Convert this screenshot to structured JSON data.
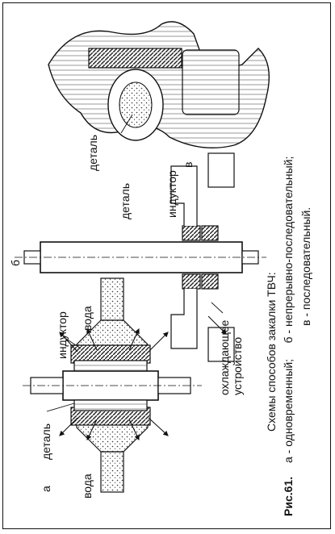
{
  "figure": {
    "number": "Рис.61.",
    "title": "Схемы способов закалки ТВЧ:",
    "caption_line1": "а - одновременный;     б - непрерывно-последовательный;",
    "caption_line2": "в - последовательный."
  },
  "panel_a": {
    "letter": "а",
    "detail_label": "деталь",
    "inductor_label": "индуктор",
    "water_left": "вода",
    "water_right": "вода"
  },
  "panel_b": {
    "letter": "б",
    "detail_label": "деталь",
    "inductor_label": "индуктор",
    "cooling_line1": "охлаждающее",
    "cooling_line2": "устройство"
  },
  "panel_c": {
    "letter": "в",
    "detail_label": "деталь"
  }
}
